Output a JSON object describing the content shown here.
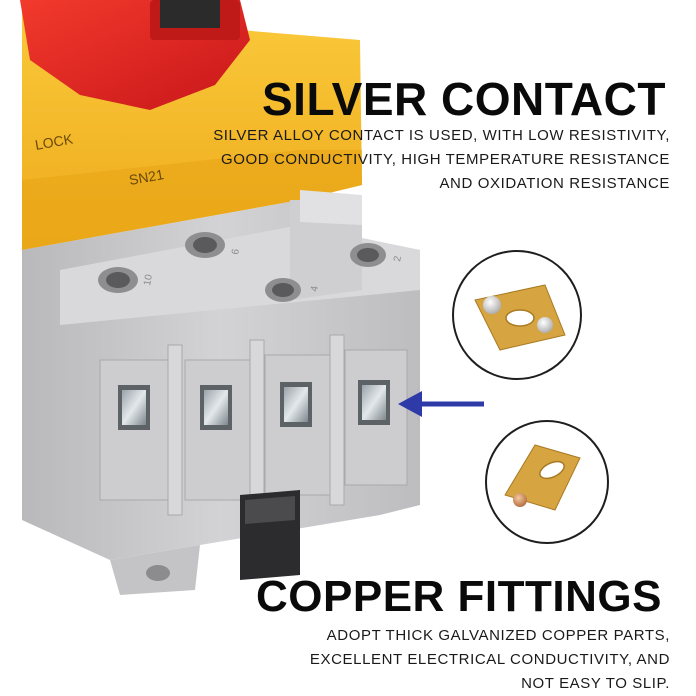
{
  "silver_section": {
    "title": "SILVER CONTACT",
    "description_lines": [
      "SILVER ALLOY CONTACT IS USED, WITH LOW RESISTIVITY,",
      "GOOD CONDUCTIVITY, HIGH TEMPERATURE RESISTANCE",
      "AND OXIDATION RESISTANCE"
    ]
  },
  "copper_section": {
    "title": "COPPER FITTINGS",
    "description_lines": [
      "ADOPT THICK GALVANIZED COPPER PARTS,",
      "EXCELLENT ELECTRICAL CONDUCTIVITY, AND",
      "NOT EASY TO SLIP."
    ]
  },
  "device_labels": {
    "lock": "LOCK",
    "model": "SN21",
    "terminal_numbers": [
      "10",
      "6",
      "4",
      "2"
    ]
  },
  "colors": {
    "housing_grey": "#c9c9cb",
    "knob_red": "#e2231f",
    "cover_yellow": "#f6b926",
    "arrow_blue": "#2d3aa8",
    "copper_gold": "#d6a441"
  }
}
